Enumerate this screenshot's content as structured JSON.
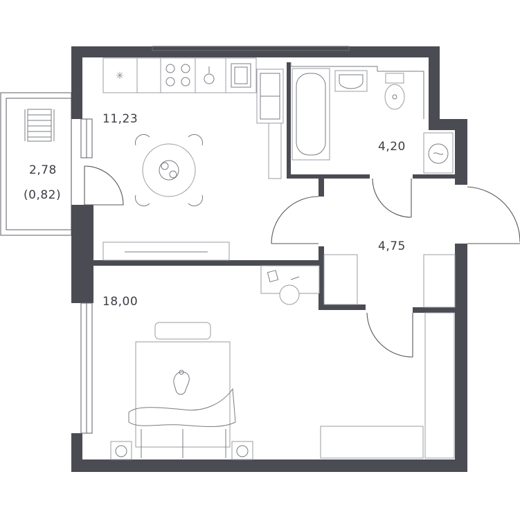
{
  "rooms": {
    "kitchen": {
      "area": "11,23"
    },
    "balcony": {
      "area": "2,78",
      "area_reduced": "(0,82)"
    },
    "bathroom": {
      "area": "4,20"
    },
    "hallway": {
      "area": "4,75"
    },
    "bedroom": {
      "area": "18,00"
    }
  },
  "colors": {
    "wall": "#4a4b53",
    "line": "#6a6b72",
    "text": "#3c3d45"
  }
}
